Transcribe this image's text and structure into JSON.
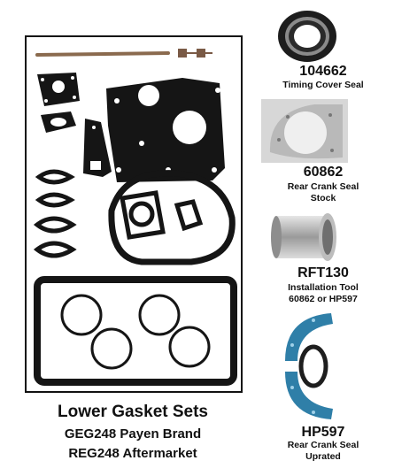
{
  "caption": {
    "title": "Lower Gasket Sets",
    "line1": "GEG248  Payen Brand",
    "line2": "REG248 Aftermarket"
  },
  "parts": [
    {
      "number": "104662",
      "desc": [
        "Timing Cover Seal"
      ]
    },
    {
      "number": "60862",
      "desc": [
        "Rear Crank Seal",
        "Stock"
      ]
    },
    {
      "number": "RFT130",
      "desc": [
        "Installation Tool",
        "60862 or HP597"
      ]
    },
    {
      "number": "HP597",
      "desc": [
        "Rear Crank Seal",
        "Uprated"
      ]
    }
  ],
  "colors": {
    "gasket": "#151515",
    "seal_blue": "#2f7fa8",
    "metal": "#b9b9b9"
  }
}
